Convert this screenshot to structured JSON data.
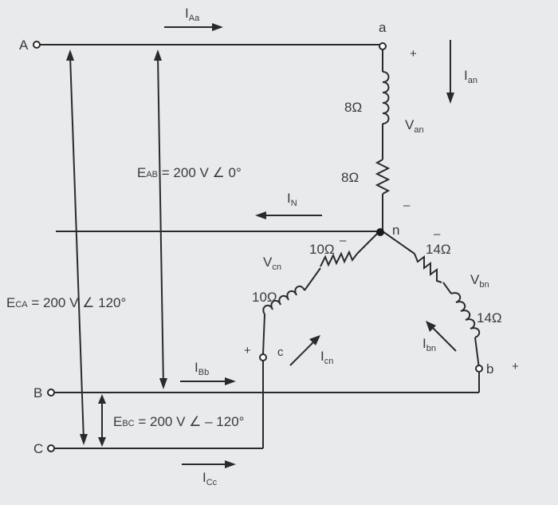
{
  "terminals": {
    "A": "A",
    "B": "B",
    "C": "C",
    "a": "a",
    "b": "b",
    "c": "c",
    "n": "n"
  },
  "currents": {
    "IAa": {
      "main": "I",
      "sub": "Aa"
    },
    "IBb": {
      "main": "I",
      "sub": "Bb"
    },
    "ICc": {
      "main": "I",
      "sub": "Cc"
    },
    "IN": {
      "main": "I",
      "sub": "N"
    },
    "Ian": {
      "main": "I",
      "sub": "an"
    },
    "Ibn": {
      "main": "I",
      "sub": "bn"
    },
    "Icn": {
      "main": "I",
      "sub": "cn"
    }
  },
  "voltages": {
    "Van": {
      "main": "V",
      "sub": "an"
    },
    "Vbn": {
      "main": "V",
      "sub": "bn"
    },
    "Vcn": {
      "main": "V",
      "sub": "cn"
    }
  },
  "sources": {
    "EAB": {
      "main": "E",
      "sub": "AB",
      "value": " = 200 V ∠ 0°"
    },
    "EBC": {
      "main": "E",
      "sub": "BC",
      "value": " = 200 V ∠ – 120°"
    },
    "ECA": {
      "main": "E",
      "sub": "CA",
      "value": " = 200 V ∠ 120°"
    }
  },
  "impedances": {
    "a_inductor": "8Ω",
    "a_resistor": "8Ω",
    "c_resistor": "10Ω",
    "c_inductor": "10Ω",
    "b_resistor": "14Ω",
    "b_inductor": "14Ω"
  },
  "polarity": {
    "a_plus": "+",
    "a_minus": "–",
    "b_plus": "+",
    "b_minus": "–",
    "c_plus": "+",
    "c_minus": "–"
  }
}
